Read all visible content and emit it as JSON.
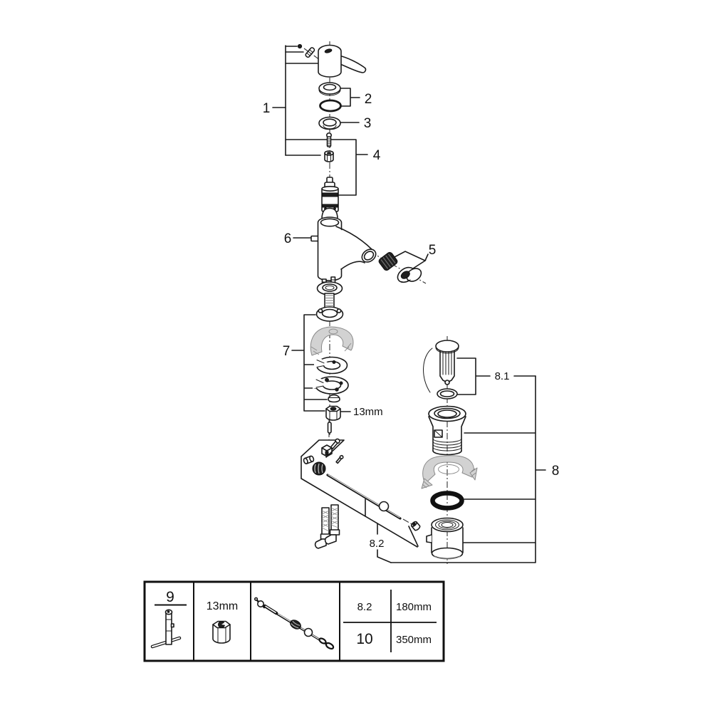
{
  "figure": {
    "type": "exploded-parts-diagram",
    "background": "#ffffff",
    "line_color": "#1a1a1a",
    "shade_color": "#d2d2d2",
    "callouts": {
      "n1": "1",
      "n2": "2",
      "n3": "3",
      "n4": "4",
      "n5": "5",
      "n6": "6",
      "n7": "7",
      "n8": "8",
      "n81": "8.1",
      "n82": "8.2",
      "wrench_size": "13mm"
    }
  },
  "legend_table": {
    "tool_ref": "9",
    "socket_size": "13mm",
    "rows": [
      {
        "ref": "8.2",
        "length": "180mm"
      },
      {
        "ref": "10",
        "length": "350mm"
      }
    ]
  }
}
